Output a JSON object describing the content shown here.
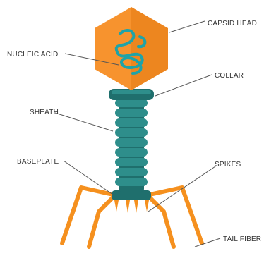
{
  "labels": {
    "capsid_head": "CAPSID HEAD",
    "nucleic_acid": "NUCLEIC ACID",
    "collar": "COLLAR",
    "sheath": "SHEATH",
    "baseplate": "BASEPLATE",
    "spikes": "SPIKES",
    "tail_fiber": "TAIL FIBER"
  },
  "colors": {
    "capsid": "#F7932E",
    "capsid_dark": "#E67C14",
    "teal": "#2E8E8B",
    "teal_dark": "#1F6F6D",
    "nucleic": "#1FA3A8",
    "fiber": "#F5901E",
    "text": "#333333"
  }
}
